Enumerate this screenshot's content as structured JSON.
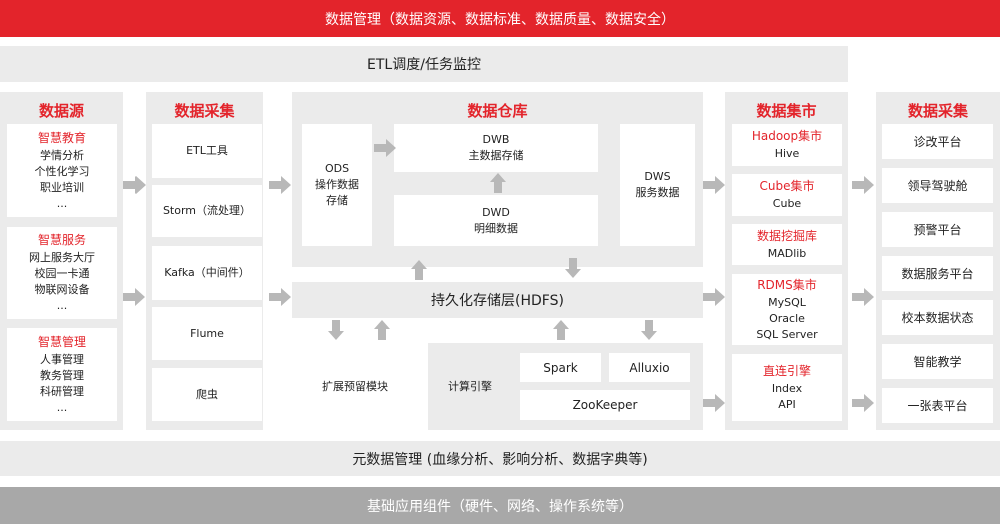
{
  "top_bar": "数据管理（数据资源、数据标准、数据质量、数据安全）",
  "etl_bar": "ETL调度/任务监控",
  "meta_bar": "元数据管理 (血缘分析、影响分析、数据字典等)",
  "base_bar": "基础应用组件（硬件、网络、操作系统等）",
  "sources": {
    "title": "数据源",
    "groups": [
      {
        "name": "智慧教育",
        "items": [
          "学情分析",
          "个性化学习",
          "职业培训",
          "..."
        ]
      },
      {
        "name": "智慧服务",
        "items": [
          "网上服务大厅",
          "校园一卡通",
          "物联网设备",
          "..."
        ]
      },
      {
        "name": "智慧管理",
        "items": [
          "人事管理",
          "教务管理",
          "科研管理",
          "..."
        ]
      }
    ]
  },
  "collect": {
    "title": "数据采集",
    "items": [
      "ETL工具",
      "Storm（流处理）",
      "Kafka（中间件）",
      "Flume",
      "爬虫"
    ]
  },
  "warehouse": {
    "title": "数据仓库",
    "ods": [
      "ODS",
      "操作数据",
      "存储"
    ],
    "dwb": [
      "DWB",
      "主数据存储"
    ],
    "dwd": [
      "DWD",
      "明细数据"
    ],
    "dws": [
      "DWS",
      "服务数据"
    ],
    "hdfs": "持久化存储层(HDFS)",
    "ext": "扩展预留模块",
    "compute": "计算引擎",
    "spark": "Spark",
    "alluxio": "Alluxio",
    "zookeeper": "ZooKeeper"
  },
  "marts": {
    "title": "数据集市",
    "groups": [
      {
        "name": "Hadoop集市",
        "items": [
          "Hive"
        ]
      },
      {
        "name": "Cube集市",
        "items": [
          "Cube"
        ]
      },
      {
        "name": "数据挖掘库",
        "items": [
          "MADlib"
        ]
      },
      {
        "name": "RDMS集市",
        "items": [
          "MySQL",
          "Oracle",
          "SQL Server"
        ]
      },
      {
        "name": "直连引擎",
        "items": [
          "Index",
          "API"
        ]
      }
    ]
  },
  "apps": {
    "title": "数据采集",
    "items": [
      "诊改平台",
      "领导驾驶舱",
      "预警平台",
      "数据服务平台",
      "校本数据状态",
      "智能教学",
      "一张表平台"
    ]
  },
  "colors": {
    "red": "#e3242b",
    "panel": "#ebebeb",
    "base": "#a8a8a8",
    "arrow": "#b8b8b8"
  }
}
